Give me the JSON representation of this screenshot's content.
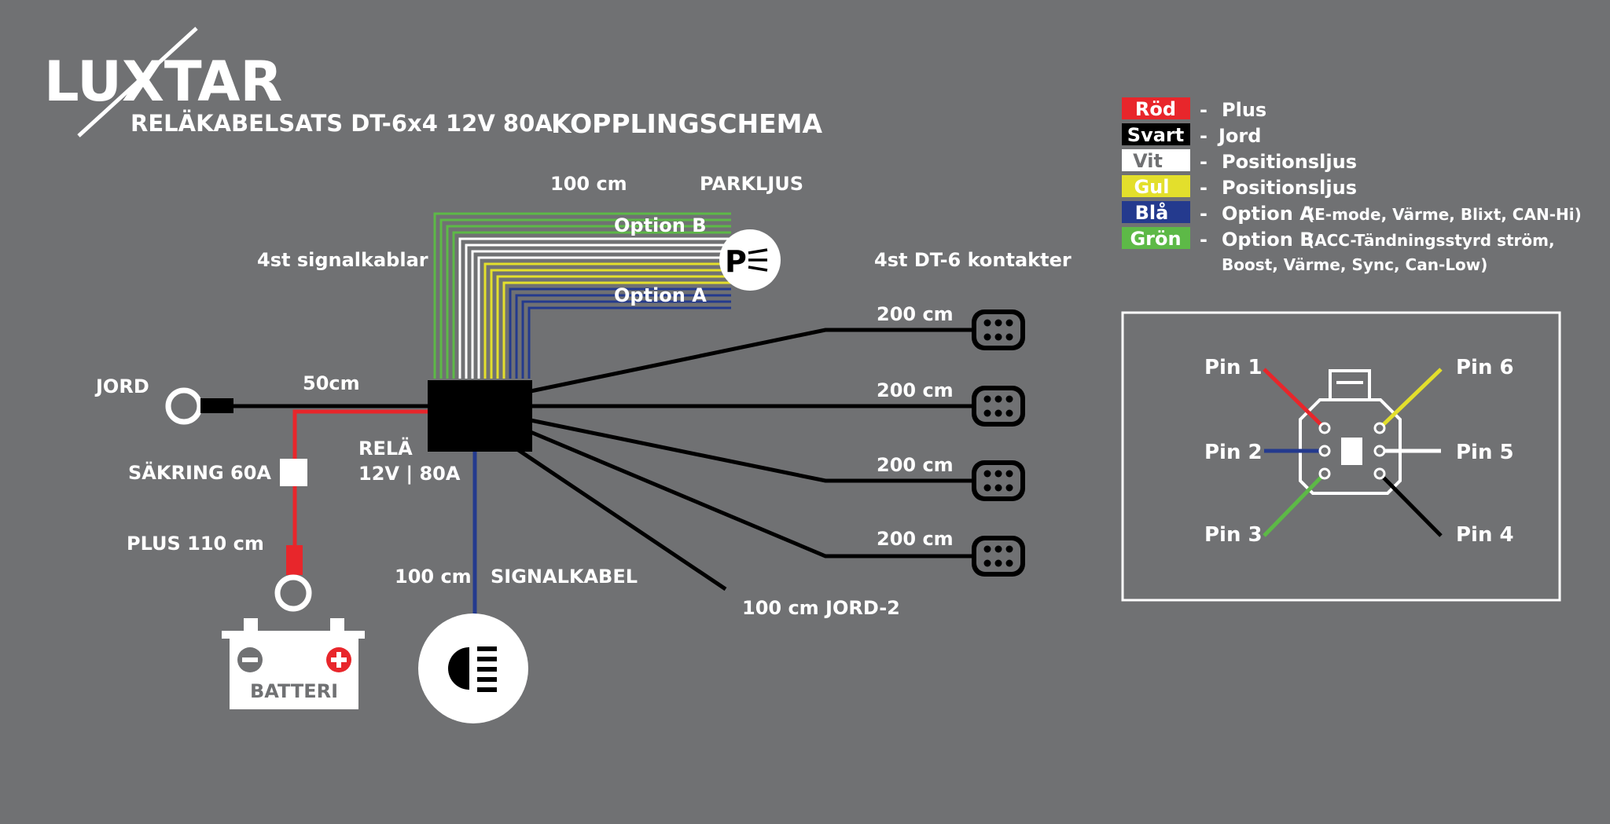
{
  "brand": "LUXTAR",
  "product": "RELÄKABELSATS DT-6x4 12V 80A",
  "heading": "KOPPLINGSCHEMA",
  "labels": {
    "length_top": "100 cm",
    "parkljus": "PARKLJUS",
    "option_b": "Option B",
    "option_a": "Option A",
    "signalkablar": "4st signalkablar",
    "dt6": "4st DT-6 kontakter",
    "jord": "JORD",
    "len_50": "50cm",
    "rela_1": "RELÄ",
    "rela_2": "12V | 80A",
    "sakring": "SÄKRING 60A",
    "plus": "PLUS 110 cm",
    "batteri": "BATTERI",
    "len_signal": "100 cm",
    "signalkabel": "SIGNALKABEL",
    "jord2": "100 cm JORD-2",
    "c1": "200 cm",
    "c2": "200 cm",
    "c3": "200 cm",
    "c4": "200 cm"
  },
  "legend": [
    {
      "color_name": "Röd",
      "bg": "#e8262b",
      "fg": "#ffffff",
      "dash": "-",
      "desc": "Plus",
      "note": ""
    },
    {
      "color_name": "Svart",
      "bg": "#000000",
      "fg": "#ffffff",
      "dash": "-",
      "desc": "Jord",
      "note": ""
    },
    {
      "color_name": "Vit",
      "bg": "#ffffff",
      "fg": "#707173",
      "dash": "-",
      "desc": "Positionsljus",
      "note": ""
    },
    {
      "color_name": "Gul",
      "bg": "#e3df2c",
      "fg": "#ffffff",
      "dash": "-",
      "desc": "Positionsljus",
      "note": ""
    },
    {
      "color_name": "Blå",
      "bg": "#243a8e",
      "fg": "#ffffff",
      "dash": "-",
      "desc": "Option A",
      "note": "(E-mode, Värme, Blixt, CAN-Hi)"
    },
    {
      "color_name": "Grön",
      "bg": "#5db947",
      "fg": "#ffffff",
      "dash": "-",
      "desc": "Option B",
      "note": "(ACC-Tändningsstyrd ström,"
    }
  ],
  "legend_cont": "Boost, Värme, Sync, Can-Low)",
  "pins": {
    "p1": "Pin 1",
    "p2": "Pin 2",
    "p3": "Pin 3",
    "p4": "Pin 4",
    "p5": "Pin 5",
    "p6": "Pin 6"
  },
  "colors": {
    "background": "#707173",
    "red": "#e8262b",
    "black": "#000000",
    "white": "#ffffff",
    "yellow": "#e3df2c",
    "blue": "#243a8e",
    "green": "#5db947"
  }
}
